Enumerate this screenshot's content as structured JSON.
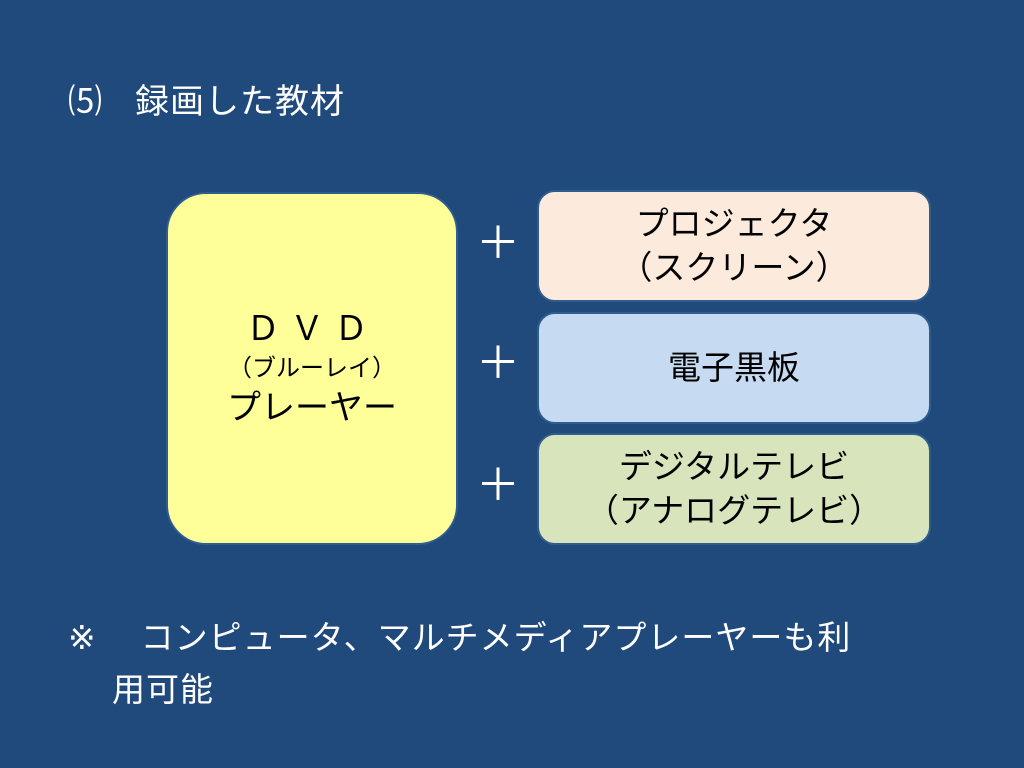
{
  "title": {
    "number": "⑸",
    "text": "録画した教材"
  },
  "player": {
    "line1": "ＤＶＤ",
    "line2": "（ブルーレイ）",
    "line3": "プレーヤー"
  },
  "plus": "＋",
  "items": [
    {
      "line1": "プロジェクタ",
      "line2": "（スクリーン）"
    },
    {
      "line1": "電子黒板",
      "line2": ""
    },
    {
      "line1": "デジタルテレビ",
      "line2": "（アナログテレビ）"
    }
  ],
  "note": {
    "mark": "※",
    "line1": "コンピュータ、マルチメディアプレーヤーも利",
    "line2": "用可能"
  },
  "colors": {
    "background": "#214a7c",
    "player": "#ffff99",
    "projector": "#fcebdc",
    "whiteboard": "#c6daf1",
    "tv": "#d8e4bc"
  }
}
